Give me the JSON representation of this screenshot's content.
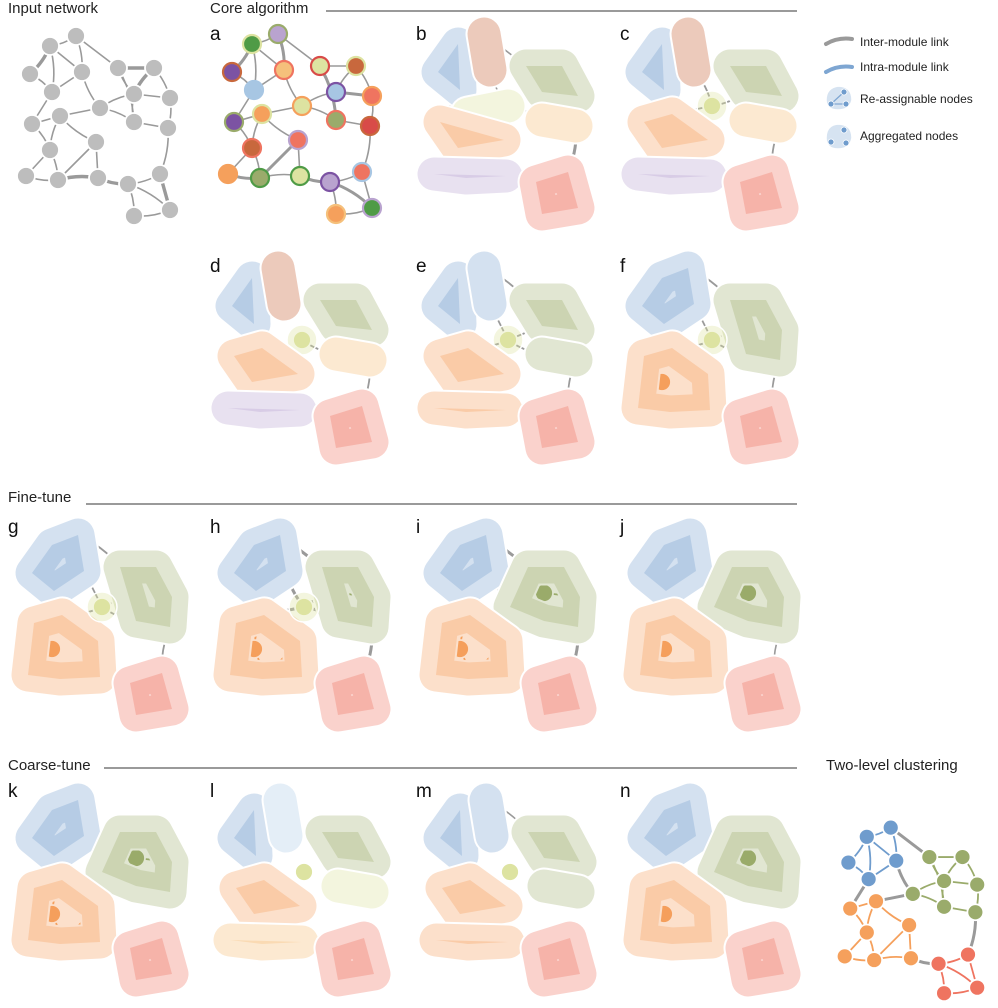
{
  "sections": {
    "input": "Input network",
    "core": "Core algorithm",
    "fine": "Fine-tune",
    "coarse": "Coarse-tune",
    "two_level": "Two-level clustering"
  },
  "legend": {
    "inter": "Inter-module link",
    "intra": "Intra-module link",
    "reassignable": "Re-assignable nodes",
    "aggregated": "Aggregated nodes"
  },
  "panels": [
    "a",
    "b",
    "c",
    "d",
    "e",
    "f",
    "g",
    "h",
    "i",
    "j",
    "k",
    "l",
    "m",
    "n"
  ],
  "colors": {
    "gray": "#bdbdbd",
    "blue": "#6f9ccd",
    "light_blue": "#a7c6e3",
    "green": "#9aab6b",
    "orange": "#f5a05c",
    "red": "#ef7460",
    "purple": "#b9a3cf",
    "yellow": "#dde3a1",
    "brown": "#c8683d",
    "dark_green": "#4f9b46",
    "dark_red": "#d84b48",
    "violet": "#7c53a3",
    "peach": "#f5c07b",
    "link_gray": "#9a9a9a"
  }
}
